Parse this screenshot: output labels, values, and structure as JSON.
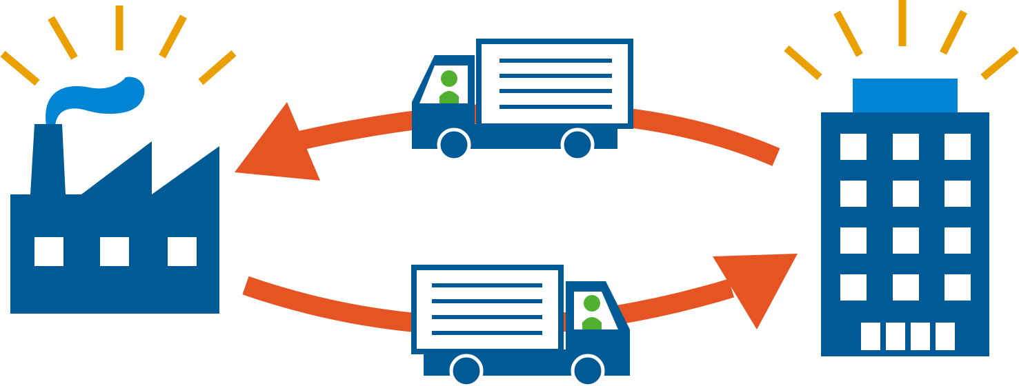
{
  "diagram": {
    "nodes": [
      {
        "id": "factory",
        "icon": "factory-icon"
      },
      {
        "id": "office",
        "icon": "office-building-icon"
      }
    ],
    "flows": [
      {
        "from": "office",
        "to": "factory",
        "vehicle": "delivery-truck-icon"
      },
      {
        "from": "factory",
        "to": "office",
        "vehicle": "delivery-truck-icon"
      }
    ]
  },
  "colors": {
    "navy": "#005a96",
    "sky_blue": "#0085d5",
    "arrow_orange": "#e65424",
    "sparkle_yellow": "#e9a000",
    "driver_green": "#52b030",
    "white": "#ffffff"
  }
}
